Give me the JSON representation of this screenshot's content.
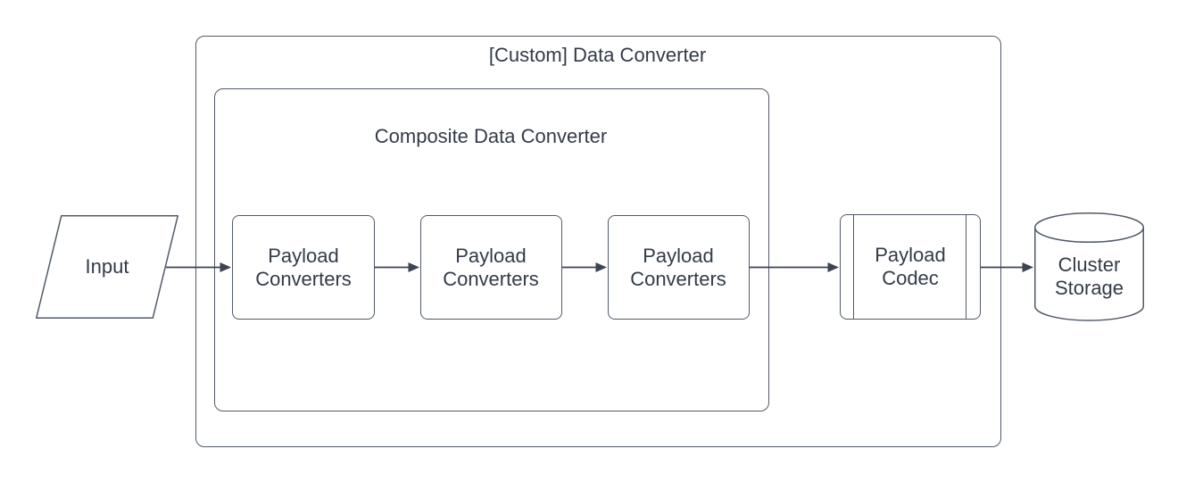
{
  "diagram": {
    "containers": {
      "outer": {
        "label": "[Custom] Data Converter"
      },
      "inner": {
        "label": "Composite Data Converter"
      }
    },
    "nodes": {
      "input": {
        "label": "Input",
        "shape": "parallelogram"
      },
      "converter1": {
        "label": "Payload Converters",
        "shape": "rounded-rectangle"
      },
      "converter2": {
        "label": "Payload Converters",
        "shape": "rounded-rectangle"
      },
      "converter3": {
        "label": "Payload Converters",
        "shape": "rounded-rectangle"
      },
      "codec": {
        "label": "Payload Codec",
        "shape": "predefined-process"
      },
      "storage": {
        "label": "Cluster Storage",
        "shape": "cylinder"
      }
    },
    "edges": [
      {
        "from": "input",
        "to": "converter1"
      },
      {
        "from": "converter1",
        "to": "converter2"
      },
      {
        "from": "converter2",
        "to": "converter3"
      },
      {
        "from": "converter3",
        "to": "codec"
      },
      {
        "from": "codec",
        "to": "storage"
      }
    ],
    "colors": {
      "stroke": "#515a68",
      "arrow": "#3d4553",
      "text": "#333b49",
      "background": "#ffffff"
    }
  }
}
